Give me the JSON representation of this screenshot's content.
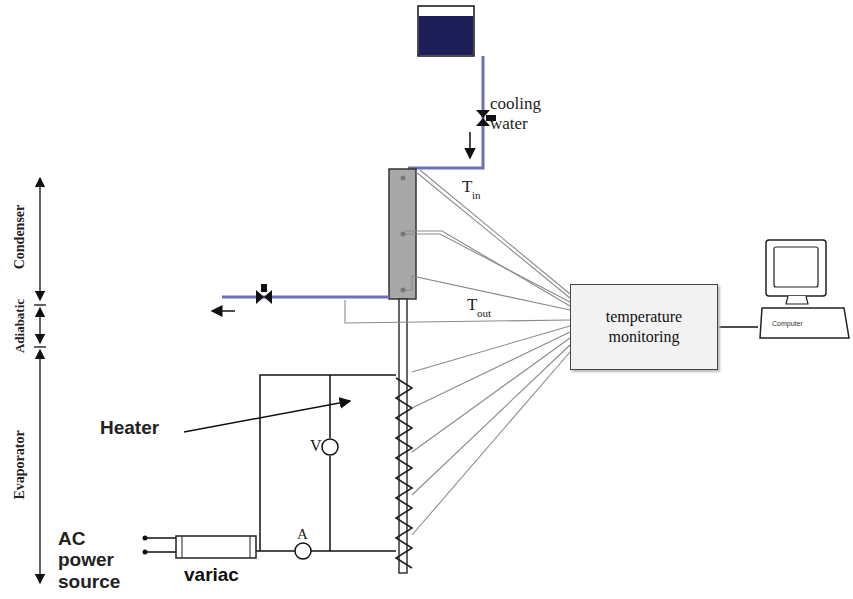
{
  "diagram": {
    "nodes": [
      {
        "text": [
          "temperature monitoring"
        ]
      },
      {
        "text": [
          "Computer"
        ]
      },
      {
        "text": [
          "variac"
        ]
      }
    ],
    "edges": [
      {
        "from": 0,
        "to": 1,
        "arrow": "none"
      }
    ],
    "labels": [
      "cooling water",
      "T",
      "in",
      "T",
      "out",
      "Condenser",
      "Adiabatic",
      "Evaporator",
      "Heater",
      "V",
      "A",
      "AC power source"
    ]
  }
}
